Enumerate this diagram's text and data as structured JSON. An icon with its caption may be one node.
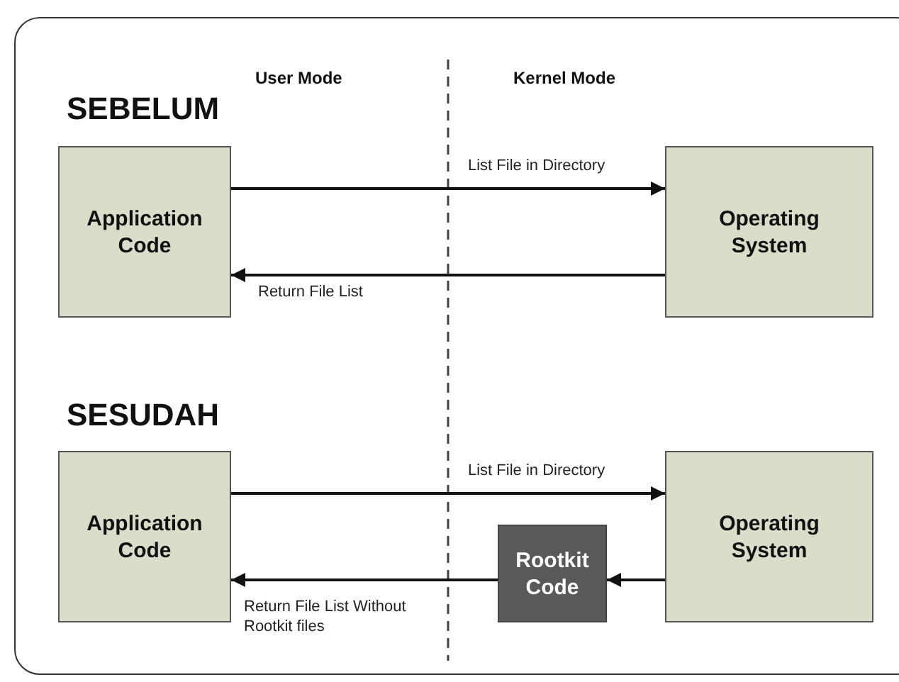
{
  "diagram": {
    "nodes": [
      {
        "text": [
          "Application Code"
        ]
      },
      {
        "text": [
          "Operating System"
        ]
      },
      {
        "text": [
          "Application Code"
        ]
      },
      {
        "text": [
          "Operating System"
        ]
      },
      {
        "text": [
          "Rootkit Code"
        ]
      }
    ],
    "edges": [
      {
        "from": 0,
        "to": 1,
        "arrow": "to",
        "label": "List File in Directory"
      },
      {
        "from": 1,
        "to": 0,
        "arrow": "to",
        "label": "Return File List"
      },
      {
        "from": 2,
        "to": 3,
        "arrow": "to",
        "label": "List File in Directory"
      },
      {
        "from": 3,
        "to": 4,
        "arrow": "to"
      },
      {
        "from": 4,
        "to": 2,
        "arrow": "to",
        "label": "Return File List Without Rootkit files"
      }
    ],
    "labels": [
      "User Mode",
      "Kernel Mode",
      "SEBELUM",
      "SESUDAH"
    ]
  }
}
